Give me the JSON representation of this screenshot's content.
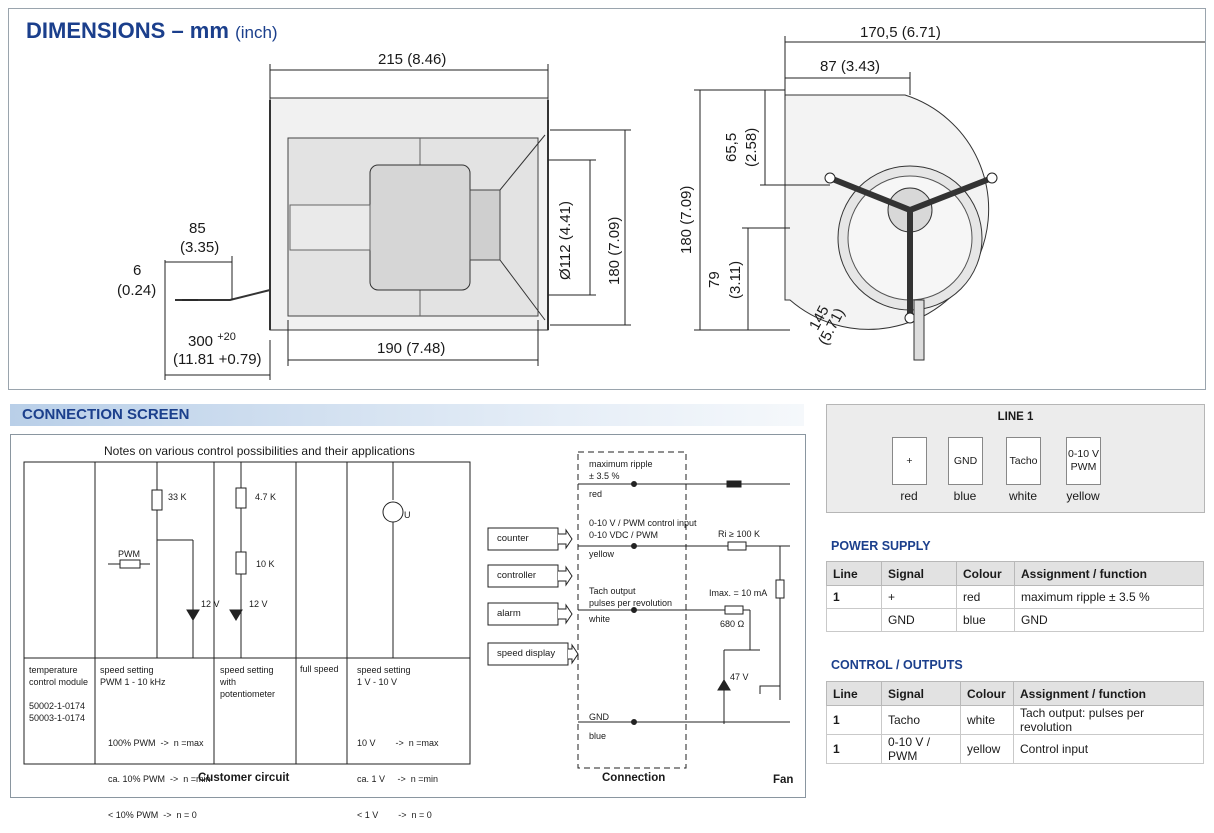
{
  "dimensions": {
    "title": "DIMENSIONS – mm",
    "unit": "(inch)",
    "dim_215": "215 (8.46)",
    "dim_85": "85",
    "dim_85_in": "(3.35)",
    "dim_6": "6",
    "dim_6_in": "(0.24)",
    "dim_300": "300",
    "dim_300_tol": "+20",
    "dim_300_in": "(11.81 +0.79)",
    "dim_190": "190 (7.48)",
    "dim_112": "Ø112 (4.41)",
    "dim_180a": "180 (7.09)",
    "dim_170": "170,5 (6.71)",
    "dim_87": "87 (3.43)",
    "dim_65": "65,5",
    "dim_65_in": "(2.58)",
    "dim_180b": "180 (7.09)",
    "dim_79": "79",
    "dim_79_in": "(3.11)",
    "dim_145": "145",
    "dim_145_in": "(5.71)"
  },
  "connection": {
    "title": "CONNECTION SCREEN",
    "notes": "Notes on various control possibilities and their applications",
    "r33k": "33 K",
    "r47k": "4.7 K",
    "r10k": "10 K",
    "pwm": "PWM",
    "v12a": "12 V",
    "v12b": "12 V",
    "u": "U",
    "col1": [
      "temperature",
      "control module",
      "",
      "50002-1-0174",
      "50003-1-0174"
    ],
    "col2": [
      "speed setting",
      "PWM 1 - 10 kHz"
    ],
    "col2b": [
      "100% PWM  ->  n =max",
      "ca. 10% PWM  ->  n =min",
      "< 10% PWM  ->  n = 0"
    ],
    "col3": [
      "speed setting",
      "with",
      "potentiometer"
    ],
    "col4": [
      "full speed"
    ],
    "col5": [
      "speed setting",
      "1 V - 10 V"
    ],
    "col5b": [
      "10 V        ->  n =max",
      "ca. 1 V     ->  n =min",
      "< 1 V        ->  n = 0"
    ],
    "customer": "Customer circuit",
    "conn_label": "Connection",
    "fan_label": "Fan",
    "boxes": [
      "counter",
      "controller",
      "alarm",
      "speed display"
    ],
    "ripple": [
      "maximum ripple",
      "± 3.5 %",
      "red"
    ],
    "ctrl": [
      "0-10 V / PWM control input",
      "0-10 VDC / PWM",
      "yellow"
    ],
    "ri": "Ri ≥ 100 K",
    "tach": [
      "Tach output",
      "pulses per revolution",
      "white"
    ],
    "imax": "Imax. = 10 mA",
    "r680": "680 Ω",
    "v47": "47 V",
    "gnd": [
      "GND",
      "blue"
    ]
  },
  "line1": {
    "title": "LINE 1",
    "pins": [
      {
        "label": "+",
        "colour": "red"
      },
      {
        "label": "GND",
        "colour": "blue"
      },
      {
        "label": "Tacho",
        "colour": "white"
      },
      {
        "label": "0-10 V PWM",
        "colour": "yellow"
      }
    ]
  },
  "power_supply": {
    "title": "POWER SUPPLY",
    "headers": [
      "Line",
      "Signal",
      "Colour",
      "Assignment / function"
    ],
    "rows": [
      [
        "1",
        "+",
        "red",
        "maximum ripple ± 3.5 %"
      ],
      [
        "",
        "GND",
        "blue",
        "GND"
      ]
    ]
  },
  "control_outputs": {
    "title": "CONTROL / OUTPUTS",
    "headers": [
      "Line",
      "Signal",
      "Colour",
      "Assignment / function"
    ],
    "rows": [
      [
        "1",
        "Tacho",
        "white",
        "Tach output: pulses per revolution"
      ],
      [
        "1",
        "0-10 V / PWM",
        "yellow",
        "Control input"
      ]
    ]
  }
}
